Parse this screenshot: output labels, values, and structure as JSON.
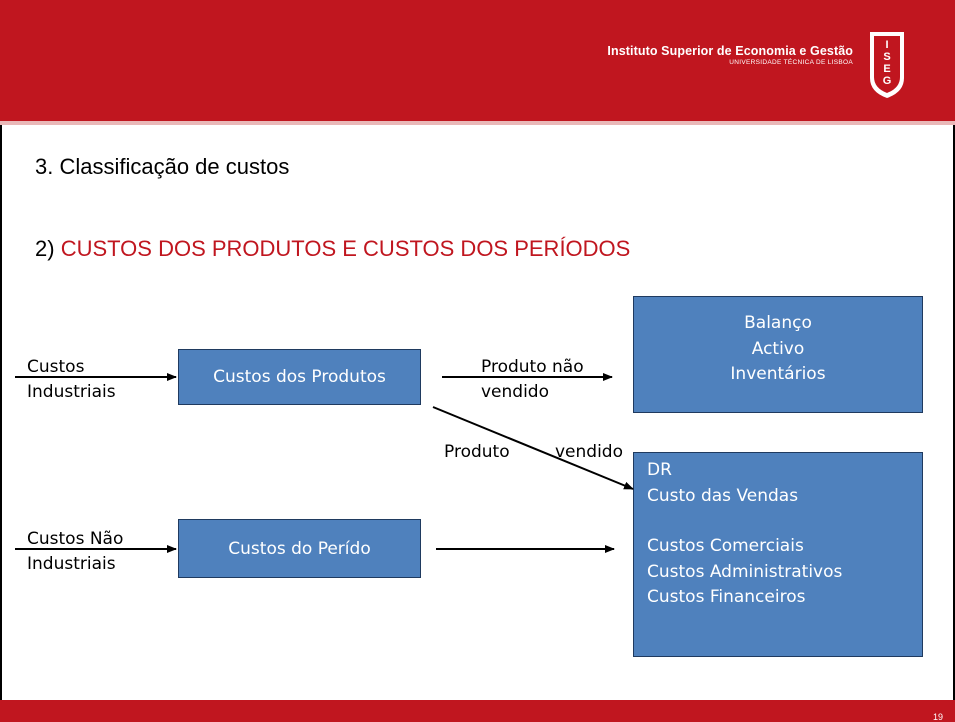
{
  "header": {
    "institution_name": "Instituto Superior de Economia e Gestão",
    "university_name": "UNIVERSIDADE TÉCNICA DE LISBOA",
    "logo_letters": [
      "I",
      "S",
      "E",
      "G"
    ]
  },
  "section_title": "3. Classificação de custos",
  "subtitle": {
    "prefix": "2) ",
    "text": "CUSTOS DOS PRODUTOS E CUSTOS DOS PERÍODOS"
  },
  "diagram": {
    "input_industrial": [
      "Custos",
      "Industriais"
    ],
    "input_non_industrial": [
      "Custos Não",
      "Industriais"
    ],
    "box_products": "Custos dos Produtos",
    "box_period": "Custos do Perído",
    "label_not_sold": [
      "Produto não",
      "vendido"
    ],
    "label_sold_a": "Produto",
    "label_sold_b": "vendido",
    "balance_box": [
      "Balanço",
      "Activo",
      "Inventários"
    ],
    "dr_box": {
      "top": [
        "DR",
        "Custo das Vendas"
      ],
      "bottom": [
        "Custos Comerciais",
        "Custos Administrativos",
        "Custos Financeiros"
      ]
    }
  },
  "footer": {
    "page_number": "19"
  },
  "colors": {
    "brand_red": "#c0161f",
    "box_blue": "#4f81bd",
    "box_border": "#1f3a5f"
  }
}
